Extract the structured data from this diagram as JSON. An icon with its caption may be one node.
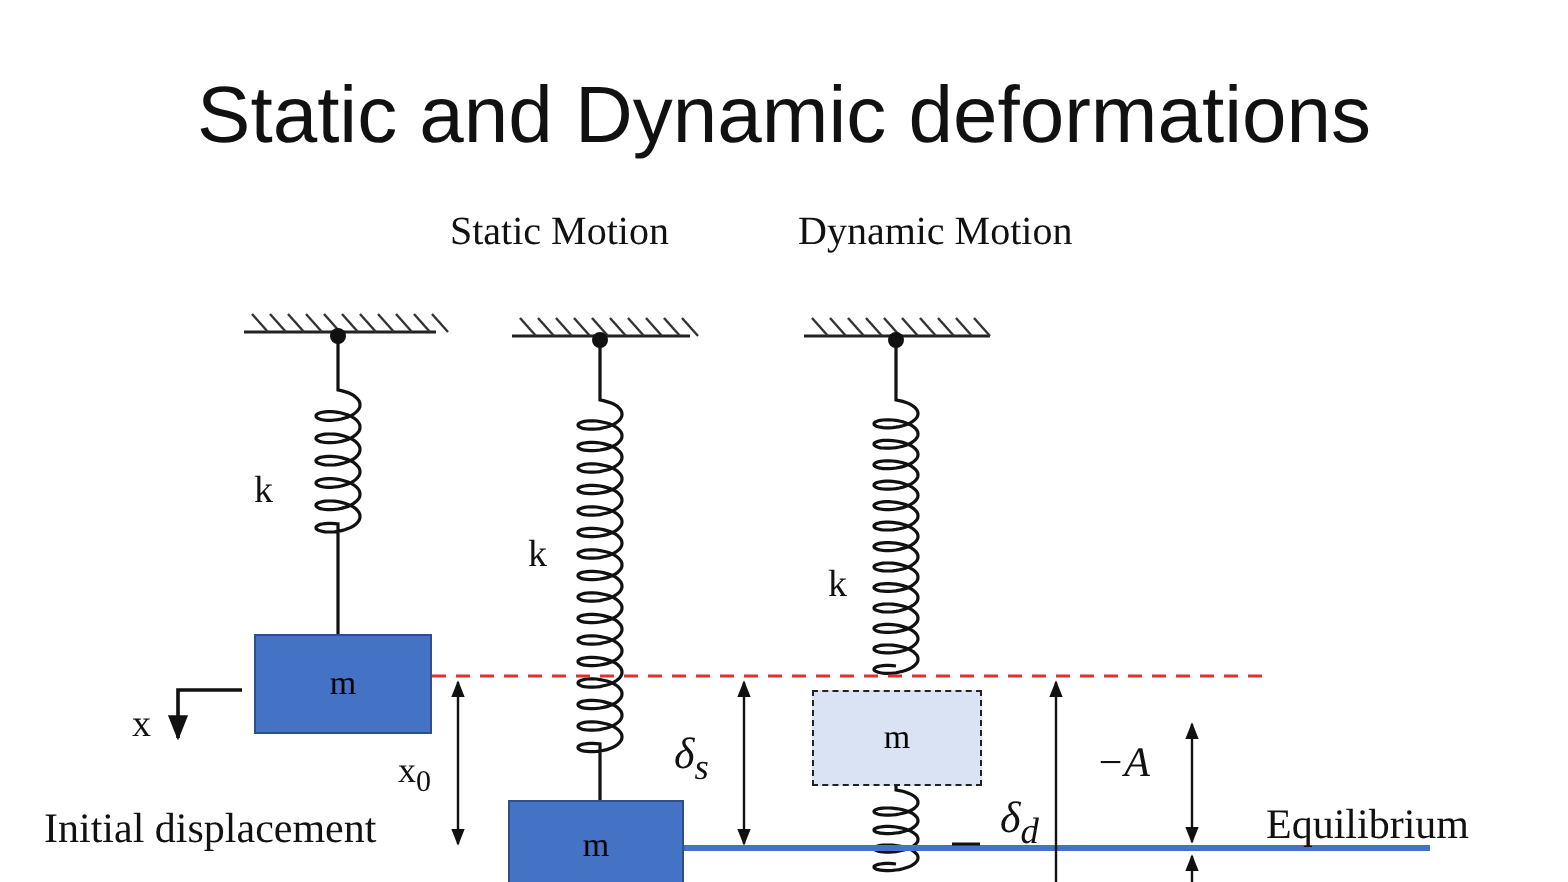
{
  "diagram": {
    "title": "Static and Dynamic deformations",
    "nodes": [
      {
        "text": [
          "m"
        ]
      },
      {
        "text": [
          "m"
        ]
      },
      {
        "text": [
          "m"
        ]
      }
    ],
    "labels": [
      "Static Motion",
      "Dynamic Motion",
      "k",
      "k",
      "k",
      "x",
      "x$_{0}$",
      "δ$_{s}$",
      "−A",
      "δ$_{d}$",
      "Initial displacement",
      "Equilibrium"
    ]
  }
}
